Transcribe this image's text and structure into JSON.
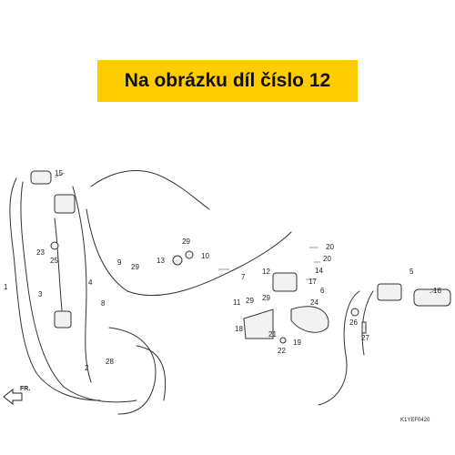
{
  "banner": {
    "text": "Na obrázku díl číslo 12",
    "color": "#ffcc00"
  },
  "diagram": {
    "direction_label": "FR.",
    "code": "K1YEF0420",
    "callouts": [
      "1",
      "2",
      "3",
      "4",
      "5",
      "6",
      "7",
      "8",
      "9",
      "10",
      "11",
      "12",
      "13",
      "14",
      "15",
      "16",
      "17",
      "18",
      "19",
      "20",
      "21",
      "22",
      "23",
      "24",
      "25",
      "26",
      "27",
      "28",
      "29"
    ]
  }
}
